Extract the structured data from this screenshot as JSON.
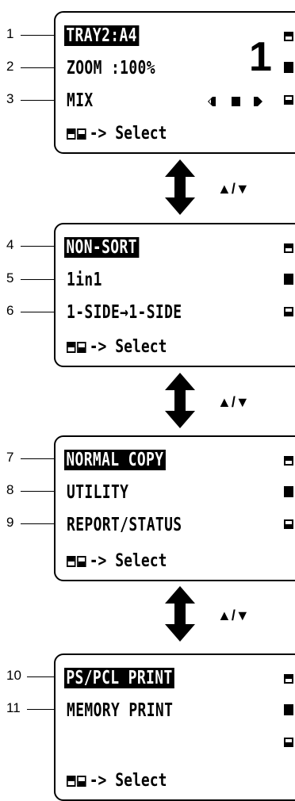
{
  "callouts": [
    "1",
    "2",
    "3",
    "4",
    "5",
    "6",
    "7",
    "8",
    "9",
    "10",
    "11"
  ],
  "screen1": {
    "row1": "TRAY2:A4",
    "row2": "ZOOM :100%",
    "row3": "MIX",
    "copies": "1",
    "select": "-> Select"
  },
  "screen2": {
    "row1": "NON-SORT",
    "row2": "1in1",
    "row3": "1-SIDE→1-SIDE",
    "select": "-> Select"
  },
  "screen3": {
    "row1": "NORMAL COPY",
    "row2": "UTILITY",
    "row3": "REPORT/STATUS",
    "select": "-> Select"
  },
  "screen4": {
    "row1": "PS/PCL PRINT",
    "row2": "MEMORY PRINT",
    "select": "-> Select"
  },
  "nav": {
    "label": "▲/▼"
  },
  "icons": [
    "up-key-icon",
    "down-key-icon",
    "scroll-indicator-icon",
    "double-headed-arrow-icon",
    "adjust-left-icon",
    "adjust-right-icon"
  ]
}
